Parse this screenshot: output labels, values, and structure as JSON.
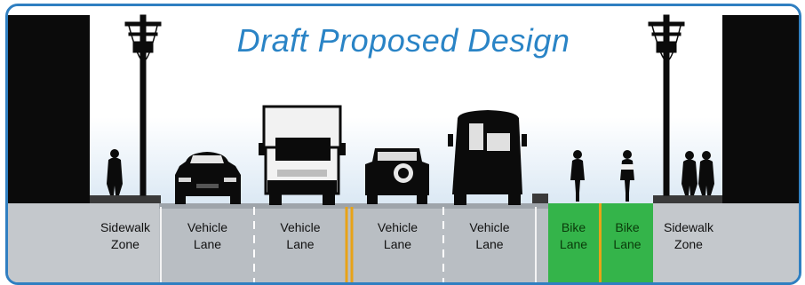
{
  "title": "Draft Proposed Design",
  "colors": {
    "title": "#2a84c6",
    "frame": "#2f7fc1",
    "road": "#b9bec3",
    "bike_lane": "#34b44a",
    "center_line": "#e8a317",
    "silhouette": "#0b0b0b"
  },
  "lanes": [
    {
      "name": "sidewalk-left",
      "line1": "Sidewalk",
      "line2": "Zone"
    },
    {
      "name": "vehicle-1",
      "line1": "Vehicle",
      "line2": "Lane"
    },
    {
      "name": "vehicle-2",
      "line1": "Vehicle",
      "line2": "Lane"
    },
    {
      "name": "vehicle-3",
      "line1": "Vehicle",
      "line2": "Lane"
    },
    {
      "name": "vehicle-4",
      "line1": "Vehicle",
      "line2": "Lane"
    },
    {
      "name": "bike-1",
      "line1": "Bike",
      "line2": "Lane"
    },
    {
      "name": "bike-2",
      "line1": "Bike",
      "line2": "Lane"
    },
    {
      "name": "sidewalk-right",
      "line1": "Sidewalk",
      "line2": "Zone"
    }
  ],
  "icons": [
    "building-icon",
    "utility-pole-icon",
    "pedestrian-icon",
    "sedan-icon",
    "box-truck-icon",
    "suv-icon",
    "bus-icon",
    "cyclist-icon"
  ]
}
